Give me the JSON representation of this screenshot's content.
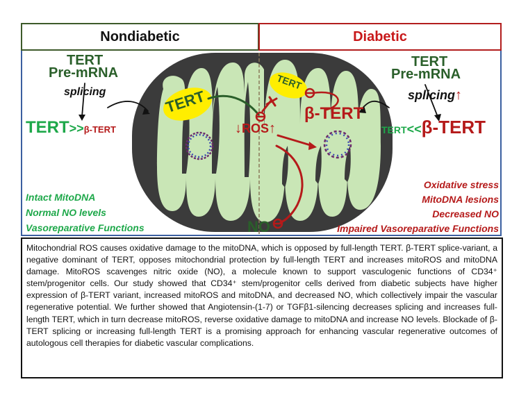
{
  "headers": {
    "left": "Nondiabetic",
    "right": "Diabetic"
  },
  "left": {
    "tert": "TERT",
    "pre_mrna": "Pre-mRNA",
    "splicing": "splicing",
    "ratio_big": "TERT",
    "ratio_op": ">>",
    "ratio_small": "β-TERT",
    "outcomes": [
      "Intact MitoDNA",
      "Normal NO levels",
      "Vasoreparative Functions"
    ]
  },
  "right": {
    "tert": "TERT",
    "pre_mrna": "Pre-mRNA",
    "splicing": "splicing",
    "ratio_small": "TERT",
    "ratio_op": "<<",
    "ratio_big": "β-TERT",
    "outcomes": [
      "Oxidative stress",
      "MitoDNA lesions",
      "Decreased NO",
      "Impaired Vasoreparative Functions"
    ]
  },
  "mito": {
    "tert_left": "TERT",
    "tert_right": "TERT",
    "beta_tert": "β-TERT",
    "ros": "ROS",
    "no": "NO"
  },
  "caption": "Mitochondrial ROS causes oxidative damage to the mitoDNA, which is opposed by full-length TERT. β-TERT splice-variant, a negative dominant of TERT, opposes mitochondrial protection by full-length TERT and increases mitoROS and mitoDNA damage. MitoROS scavenges nitric oxide (NO), a molecule known to support vasculogenic functions of CD34⁺ stem/progenitor cells. Our study showed that CD34⁺ stem/progenitor cells derived from diabetic subjects have higher expression of β-TERT variant, increased mitoROS and mitoDNA, and decreased NO, which collectively impair the vascular regenerative potential. We further showed that Angiotensin-(1-7) or TGFβ1-silencing decreases splicing and increases full-length TERT, which in turn decrease mitoROS, reverse oxidative damage to mitoDNA and increase NO levels. Blockade of β-TERT splicing or increasing full-length TERT is a promising approach for enhancing vascular regenerative outcomes of autologous cell therapies for diabetic vascular complications.",
  "colors": {
    "green": "#2a5f2a",
    "bright_green": "#1ea84a",
    "red": "#b51a1a",
    "mito_outer": "#3b3b3b",
    "cristae": "#c9e6b6",
    "tert_fill": "#ffee00"
  }
}
